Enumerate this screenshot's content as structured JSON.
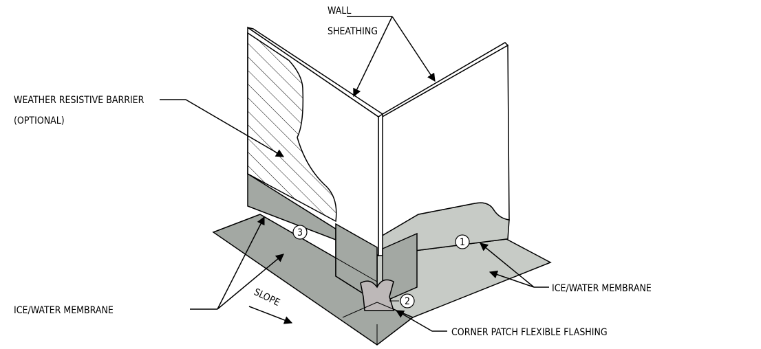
{
  "labels": {
    "wall_sheathing_line1": "WALL",
    "wall_sheathing_line2": "SHEATHING",
    "wrb_line1": "WEATHER RESISTIVE BARRIER",
    "wrb_line2": "(OPTIONAL)",
    "ice_water_left": "ICE/WATER MEMBRANE",
    "ice_water_right": "ICE/WATER MEMBRANE",
    "corner_patch": "CORNER PATCH FLEXIBLE FLASHING",
    "slope": "SLOPE"
  },
  "markers": {
    "one": "1",
    "two": "2",
    "three": "3"
  },
  "colors": {
    "membrane_dark": "#a3a8a3",
    "membrane_light": "#c7cbc6",
    "patch": "#bdb8b8",
    "wall": "#ffffff",
    "line": "#000000"
  }
}
